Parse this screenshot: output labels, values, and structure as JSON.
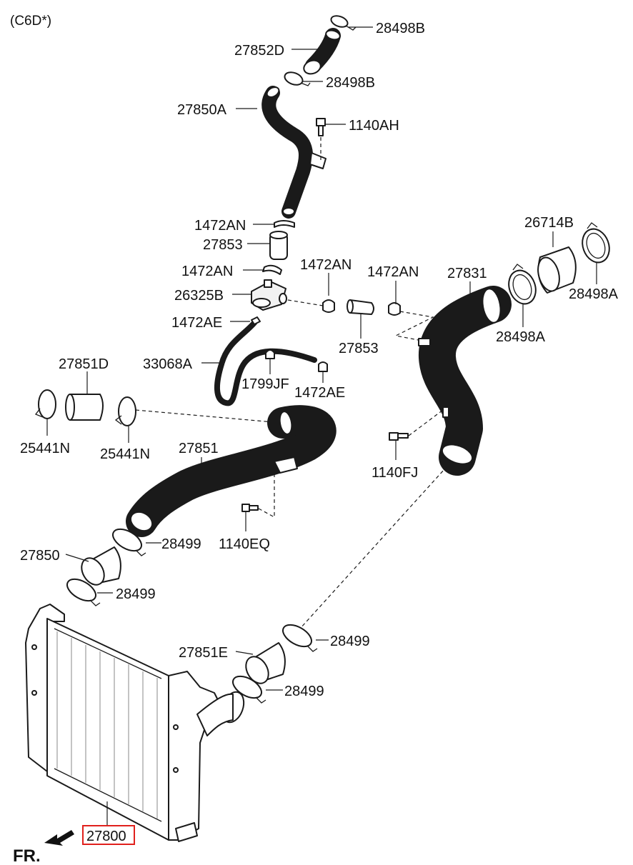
{
  "header": {
    "variant": "(C6D*)",
    "front_marker": "FR."
  },
  "highlight": {
    "part_number": "27800",
    "color": "#e0201c"
  },
  "labels": {
    "l_28498b_top": "28498B",
    "l_27852d": "27852D",
    "l_28498b_2": "28498B",
    "l_27850a": "27850A",
    "l_1140ah": "1140AH",
    "l_1472an_1": "1472AN",
    "l_27853_1": "27853",
    "l_1472an_2": "1472AN",
    "l_1472an_3": "1472AN",
    "l_1472an_4": "1472AN",
    "l_26325b": "26325B",
    "l_1472ae_1": "1472AE",
    "l_27853_2": "27853",
    "l_26714b": "26714B",
    "l_27831": "27831",
    "l_28498a_1": "28498A",
    "l_28498a_2": "28498A",
    "l_27851d": "27851D",
    "l_33068a": "33068A",
    "l_1799jf": "1799JF",
    "l_1472ae_2": "1472AE",
    "l_25441n_1": "25441N",
    "l_25441n_2": "25441N",
    "l_27851": "27851",
    "l_1140fj": "1140FJ",
    "l_28499_1": "28499",
    "l_1140eq": "1140EQ",
    "l_27850": "27850",
    "l_28499_2": "28499",
    "l_28499_3": "28499",
    "l_27851e": "27851E",
    "l_28499_4": "28499"
  }
}
